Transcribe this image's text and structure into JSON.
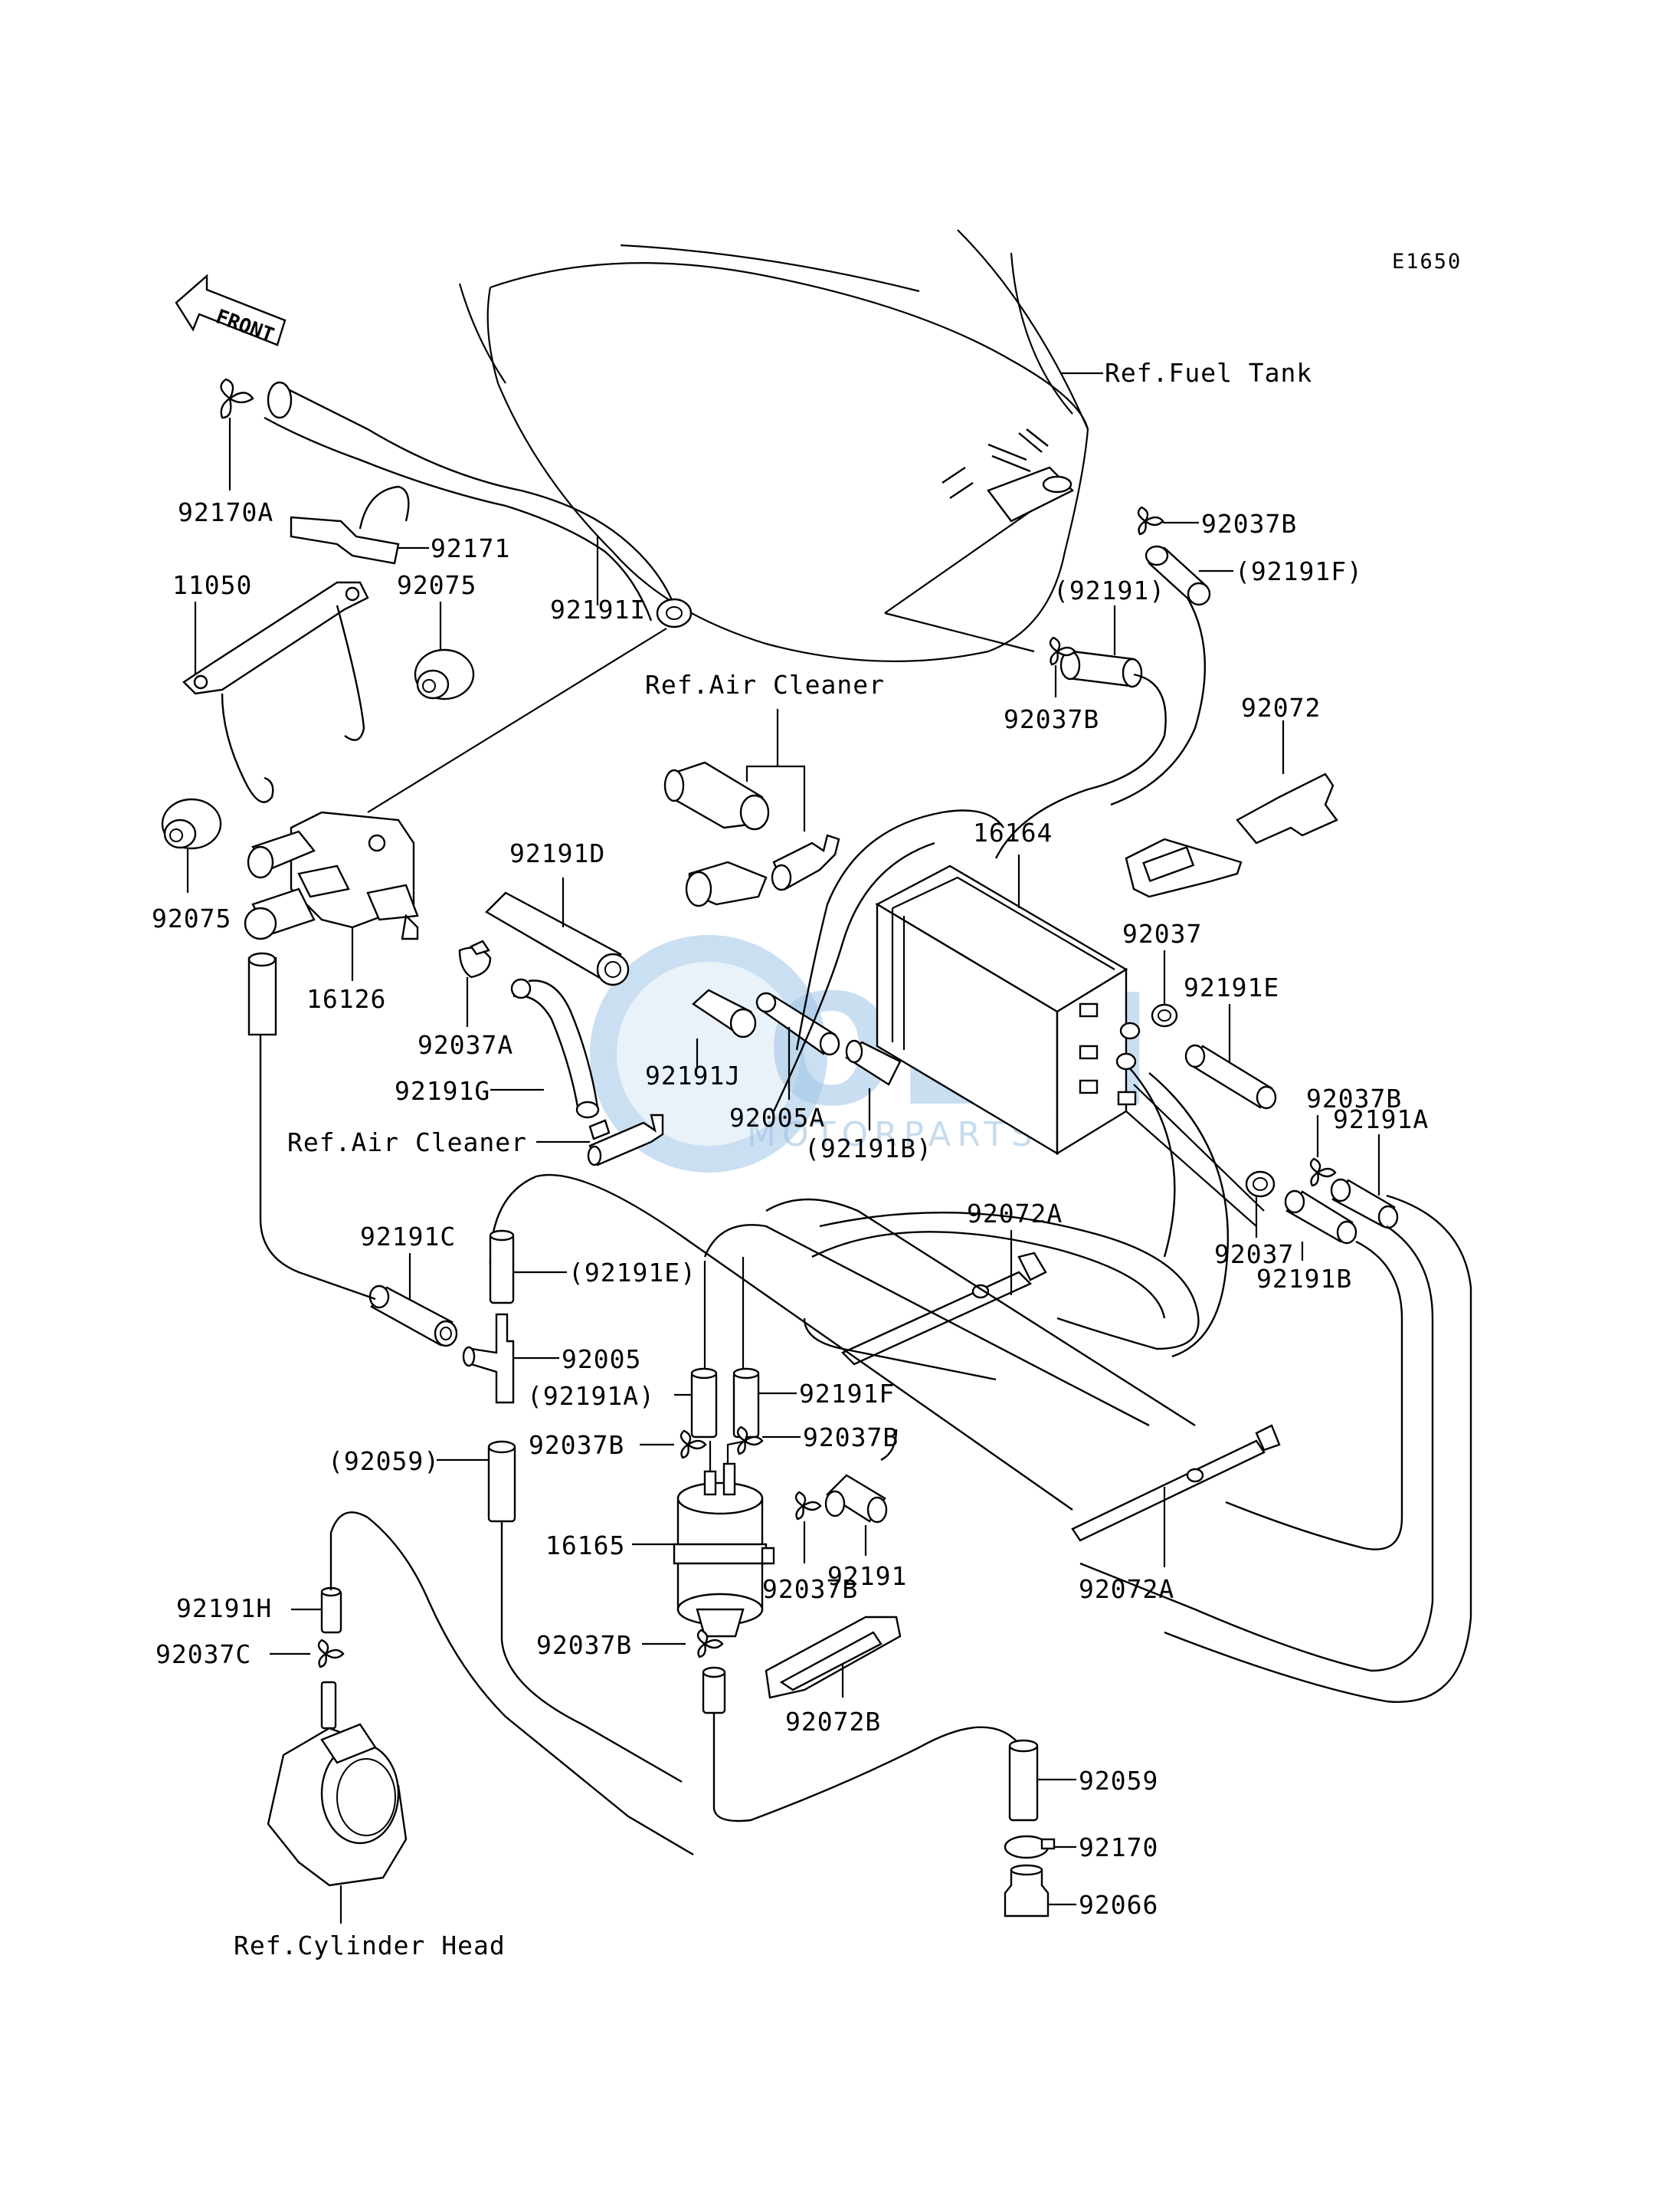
{
  "diagram_code": "E1650",
  "front_label": "FRONT",
  "watermark": {
    "brand": "OEM",
    "subtitle": "MOTORPARTS"
  },
  "labels": {
    "ref_fuel_tank": "Ref.Fuel Tank",
    "ref_air_cleaner_top": "Ref.Air Cleaner",
    "ref_air_cleaner_mid": "Ref.Air Cleaner",
    "ref_cylinder_head": "Ref.Cylinder Head",
    "p92170A": "92170A",
    "p92171": "92171",
    "p11050": "11050",
    "p92075_top": "92075",
    "p92075_left": "92075",
    "p92191I": "92191I",
    "p16126": "16126",
    "p92191D": "92191D",
    "p92037A": "92037A",
    "p92191G": "92191G",
    "p92191J": "92191J",
    "p92005A": "92005A",
    "p92191B_paren": "(92191B)",
    "p92037B_a": "92037B",
    "p92191F_paren": "(92191F)",
    "p92191_paren": "(92191)",
    "p92037B_b": "92037B",
    "p92072": "92072",
    "p16164": "16164",
    "p92037_a": "92037",
    "p92191E": "92191E",
    "p92037B_c": "92037B",
    "p92191A": "92191A",
    "p92037_b": "92037",
    "p92191B": "92191B",
    "p92072A_a": "92072A",
    "p92191C": "92191C",
    "p92191E_paren": "(92191E)",
    "p92005": "92005",
    "p92191A_paren": "(92191A)",
    "p92191F": "92191F",
    "p92059_paren": "(92059)",
    "p92037B_d": "92037B",
    "p92037B_e": "92037B",
    "p16165": "16165",
    "p92191": "92191",
    "p92037B_f": "92037B",
    "p92072A_b": "92072A",
    "p92191H": "92191H",
    "p92037C": "92037C",
    "p92037B_g": "92037B",
    "p92072B": "92072B",
    "p92059": "92059",
    "p92170": "92170",
    "p92066": "92066"
  }
}
